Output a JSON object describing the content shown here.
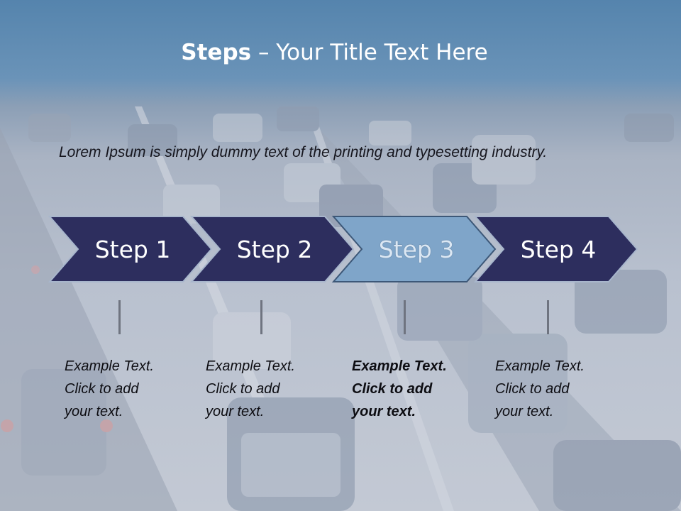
{
  "slide": {
    "title_bold": "Steps",
    "title_rest": " – Your Title Text Here",
    "intro": "Lorem Ipsum is simply dummy text of the printing and typesetting industry."
  },
  "steps": [
    {
      "label": "Step 1",
      "active": false,
      "lines": [
        "Example Text.",
        "Click  to add",
        "your text."
      ]
    },
    {
      "label": "Step 2",
      "active": false,
      "lines": [
        "Example Text.",
        "Click  to add",
        "your text."
      ]
    },
    {
      "label": "Step 3",
      "active": true,
      "lines": [
        "Example Text.",
        "Click  to add",
        "your text."
      ]
    },
    {
      "label": "Step 4",
      "active": false,
      "lines": [
        "Example Text.",
        "Click  to add",
        "your text."
      ]
    }
  ],
  "colors": {
    "chevron": "#2d2e5e",
    "chevron_active": "#7fa5c9",
    "chevron_border": "#a8b6cc",
    "title_band": "#5584ad"
  }
}
